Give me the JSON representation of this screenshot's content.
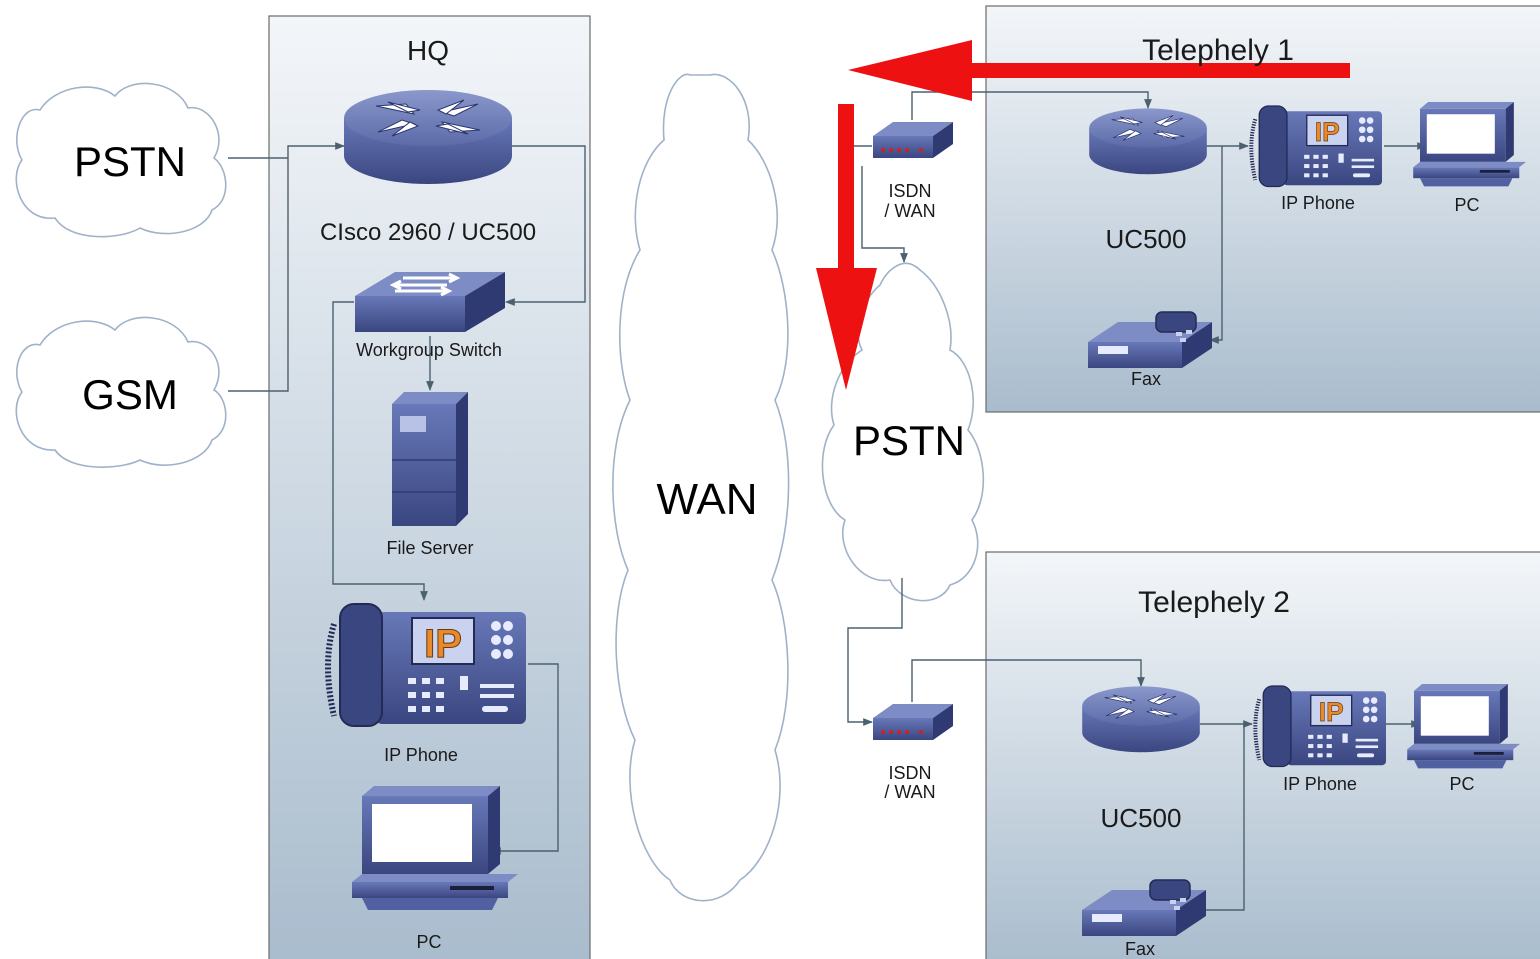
{
  "hq": {
    "title": "HQ",
    "router_label": "CIsco 2960 / UC500",
    "switch_label": "Workgroup Switch",
    "server_label": "File Server",
    "phone_label": "IP Phone",
    "pc_label": "PC"
  },
  "clouds": {
    "pstn_left": "PSTN",
    "gsm": "GSM",
    "wan": "WAN",
    "pstn_right": "PSTN"
  },
  "modems": {
    "top_line1": "ISDN",
    "top_line2": "/ WAN",
    "bottom_line1": "ISDN",
    "bottom_line2": "/ WAN"
  },
  "site1": {
    "title": "Telephely 1",
    "router_label": "UC500",
    "phone_label": "IP Phone",
    "pc_label": "PC",
    "fax_label": "Fax"
  },
  "site2": {
    "title": "Telephely 2",
    "router_label": "UC500",
    "phone_label": "IP Phone",
    "pc_label": "PC",
    "fax_label": "Fax"
  },
  "colors": {
    "device": "#4a5a9a",
    "panel_top": "#f3f6f9",
    "panel_bottom": "#a9bccd",
    "flow_arrow": "#ee1111",
    "ip_badge": "#e88a2a"
  },
  "icons": {
    "router": "router-icon",
    "switch": "switch-icon",
    "server": "server-icon",
    "phone": "ip-phone-icon",
    "pc": "pc-icon",
    "fax": "fax-icon",
    "modem": "modem-icon",
    "cloud": "cloud-icon"
  }
}
